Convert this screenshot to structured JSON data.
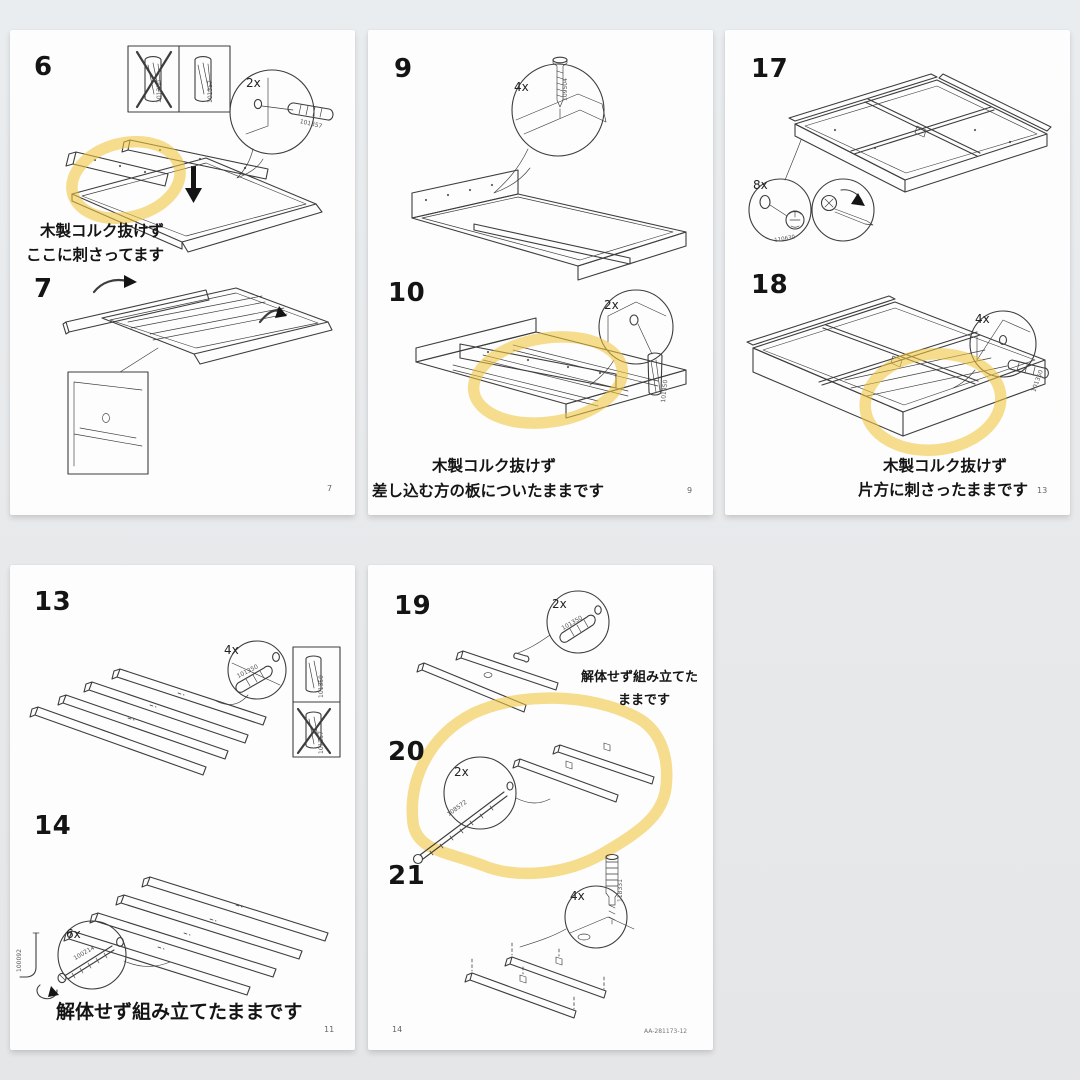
{
  "colors": {
    "background": "#e8eaec",
    "paper": "#fdfdfd",
    "line_art": "#3d3d3d",
    "highlight_marker": "#f1c53c",
    "text": "#141414"
  },
  "doc_code": "AA-281173-12",
  "pages": [
    {
      "page_number": "7",
      "steps": [
        {
          "number": "6",
          "callout_count": "2x",
          "callout_part": "101357",
          "compare_wrong": "101350",
          "compare_right": "101357",
          "note_line1": "木製コルク抜けず",
          "note_line2": "ここに刺さってます"
        },
        {
          "number": "7"
        }
      ]
    },
    {
      "page_number": "9",
      "steps": [
        {
          "number": "9",
          "callout_count": "4x",
          "callout_part": "109504"
        },
        {
          "number": "10",
          "callout_count": "2x",
          "callout_part": "101350",
          "note_line1": "木製コルク抜けず",
          "note_line2": "差し込む方の板についたままです"
        }
      ]
    },
    {
      "page_number": "13",
      "steps": [
        {
          "number": "17",
          "callout_count": "8x",
          "callout_part": "110630"
        },
        {
          "number": "18",
          "callout_count": "4x",
          "callout_part": "101350",
          "note_line1": "木製コルク抜けず",
          "note_line2": "片方に刺さったままです"
        }
      ]
    },
    {
      "page_number": "11",
      "steps": [
        {
          "number": "13",
          "callout_count": "4x",
          "callout_part": "101350",
          "compare_right": "101350",
          "compare_wrong": "101357"
        },
        {
          "number": "14",
          "callout_count": "6x",
          "callout_part": "100214",
          "tool_part": "100092",
          "note_line1": "解体せず組み立てたままです"
        }
      ]
    },
    {
      "page_number": "14",
      "doc_code": "AA-281173-12",
      "steps": [
        {
          "number": "19",
          "callout_count": "2x",
          "callout_part": "101350",
          "note_line1": "解体せず組み立てた",
          "note_line2": "ままです"
        },
        {
          "number": "20",
          "callout_count": "2x",
          "callout_part": "108572"
        },
        {
          "number": "21",
          "callout_count": "4x",
          "callout_part": "118331"
        }
      ]
    }
  ]
}
